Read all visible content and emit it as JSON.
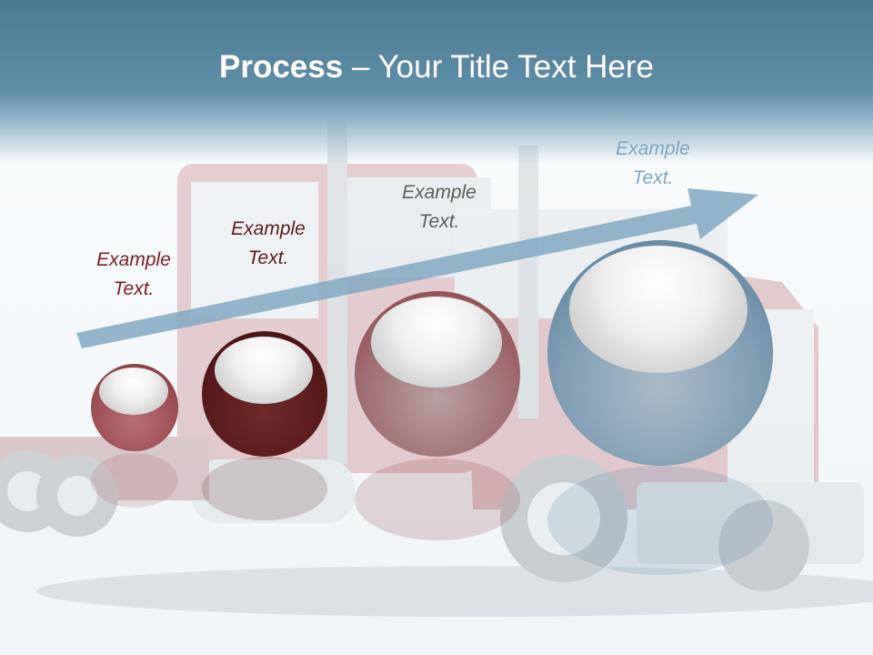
{
  "slide": {
    "title_bold": "Process",
    "title_rest": " – Your Title Text Here"
  },
  "steps": [
    {
      "label": "Example\nText.",
      "color": "#7a1e24"
    },
    {
      "label": "Example\nText.",
      "color": "#5a1c1c"
    },
    {
      "label": "Example\nText.",
      "color": "#5e5e5e"
    },
    {
      "label": "Example\nText.",
      "color": "#7ea7c2"
    }
  ],
  "colors": {
    "header": "#5f8ea8",
    "arrow": "#7ea7c2",
    "sphere_1": "#a05a5e",
    "sphere_2": "#5a1c1c",
    "sphere_3": "#8a3a3e",
    "sphere_4": "#4f7c99"
  }
}
